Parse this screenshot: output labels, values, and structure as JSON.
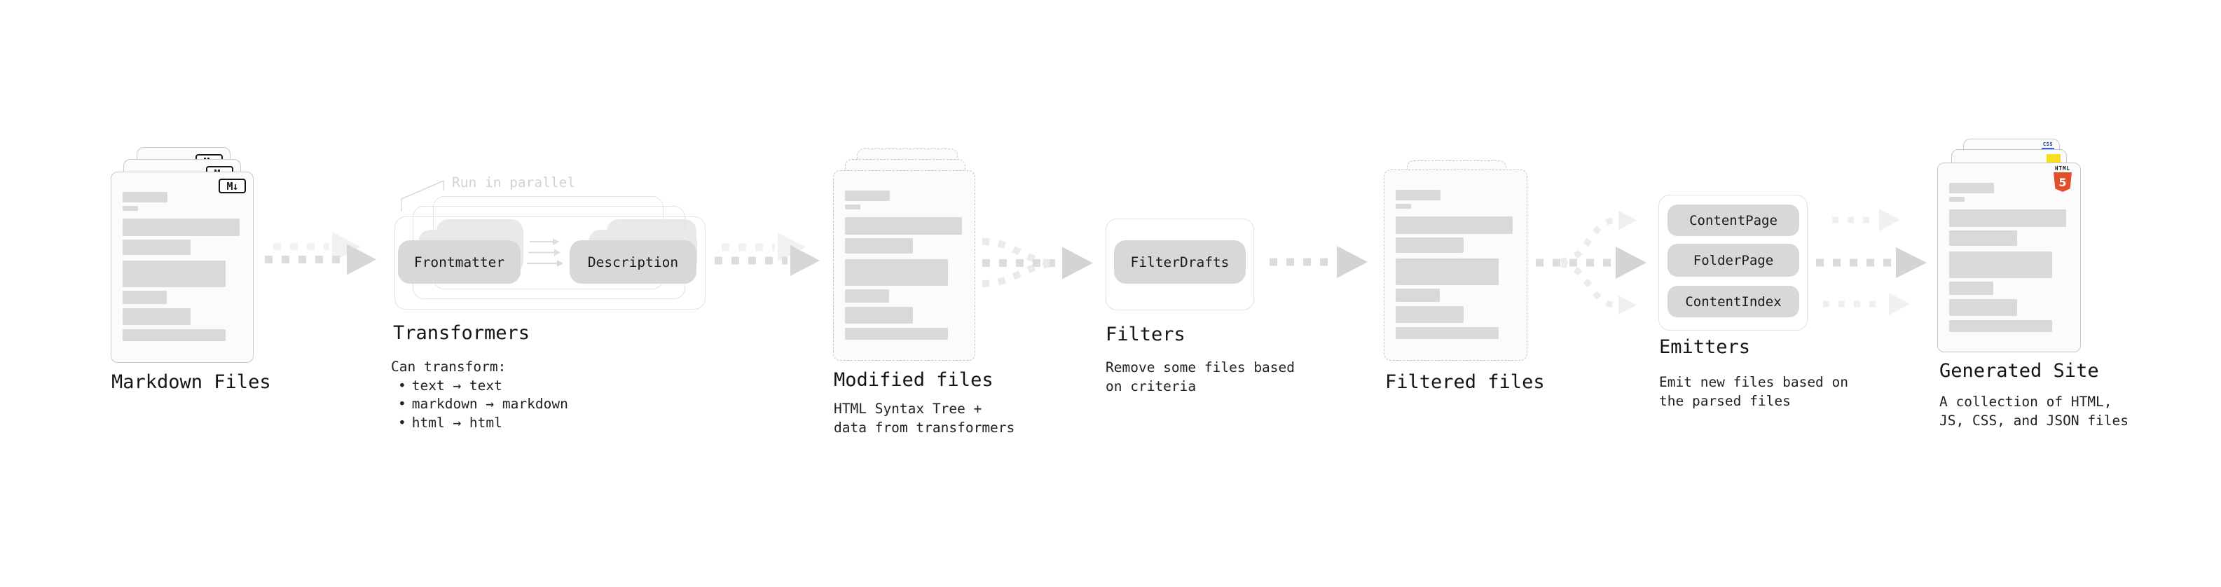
{
  "diagram": {
    "annotation_run_in_parallel": "Run in parallel",
    "bullet_char": "•"
  },
  "stages": {
    "markdown_files": {
      "caption": "Markdown Files",
      "badge": "M↓"
    },
    "transformers": {
      "caption": "Transformers",
      "pill_left": "Frontmatter",
      "pill_right": "Description",
      "desc_heading": "Can transform:",
      "bullets": [
        "text → text",
        "markdown → markdown",
        "html → html"
      ]
    },
    "modified_files": {
      "caption": "Modified files",
      "desc_line1": "HTML Syntax Tree +",
      "desc_line2": "data from transformers"
    },
    "filters": {
      "caption": "Filters",
      "pill": "FilterDrafts",
      "desc_line1": "Remove some files based",
      "desc_line2": "on criteria"
    },
    "filtered_files": {
      "caption": "Filtered files"
    },
    "emitters": {
      "caption": "Emitters",
      "pills": [
        "ContentPage",
        "FolderPage",
        "ContentIndex"
      ],
      "desc_line1": "Emit new files based on",
      "desc_line2": "the parsed files"
    },
    "generated_site": {
      "caption": "Generated Site",
      "desc_line1": "A collection of HTML,",
      "desc_line2": "JS, CSS, and JSON files",
      "css_badge_label": "CSS",
      "html_badge_label": "HTML",
      "html_badge_number": "5"
    }
  },
  "colors": {
    "card_border": "#c9c9c9",
    "placeholder_bar": "#d9d9d9",
    "pill_background": "#d8d8d8",
    "frame_border": "#e2e2e2",
    "arrow_main": "#dcdcdc",
    "arrow_faint": "#efefef",
    "annotation_gray": "#d2d2d2",
    "text_primary": "#141414",
    "html5_orange": "#e34f26",
    "js_yellow": "#f7df1e",
    "css_blue": "#2962ff"
  }
}
